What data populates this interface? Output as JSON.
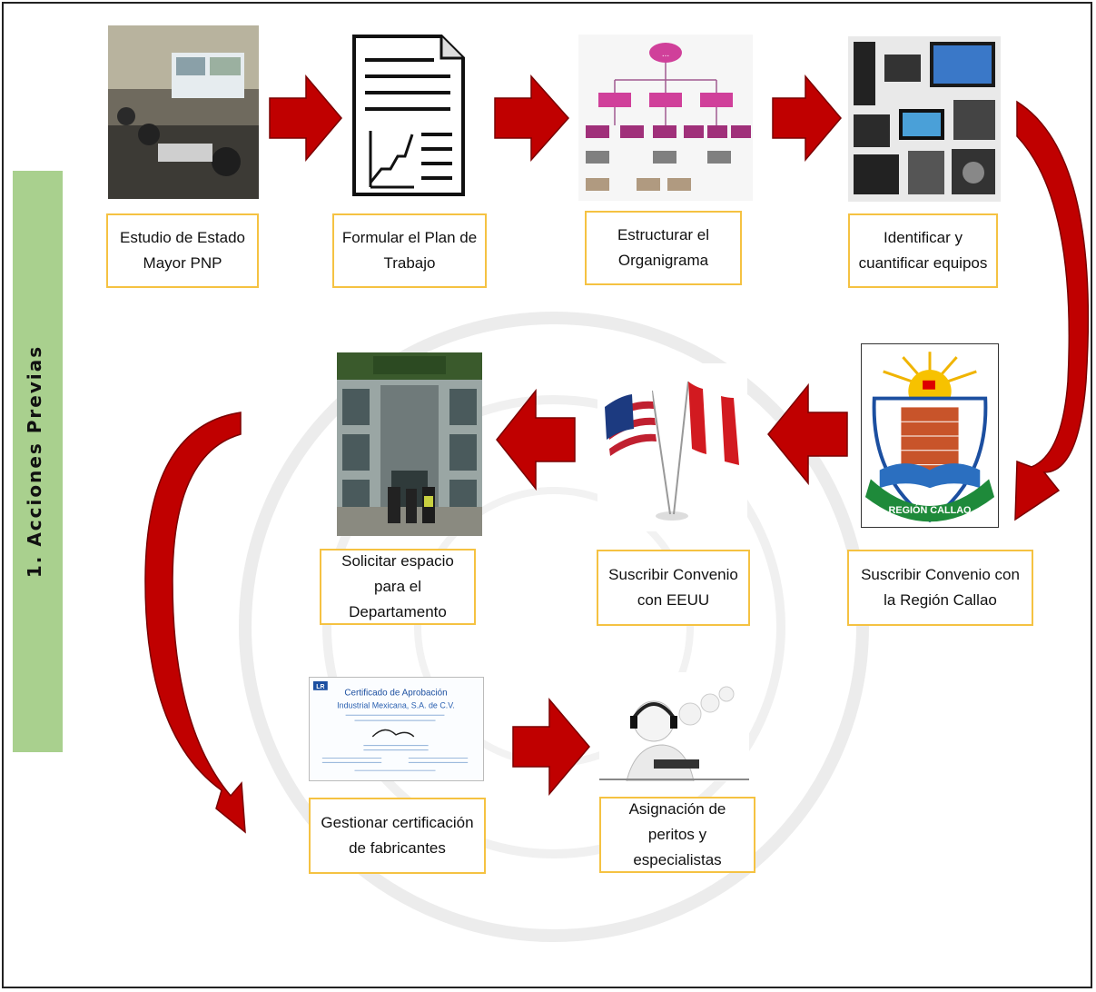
{
  "side_label": "1. Acciones Previas",
  "steps": [
    {
      "label": "Estudio de Estado Mayor PNP"
    },
    {
      "label": "Formular el Plan de Trabajo"
    },
    {
      "label": "Estructurar el Organigrama"
    },
    {
      "label": "Identificar y cuantificar equipos"
    },
    {
      "label": "Suscribir Convenio con la Región Callao"
    },
    {
      "label": "Suscribir Convenio con EEUU"
    },
    {
      "label": "Solicitar espacio para el Departamento"
    },
    {
      "label": "Gestionar certificación de fabricantes"
    },
    {
      "label": "Asignación de peritos y especialistas"
    }
  ],
  "images": {
    "callao_text": "REGIÓN CALLAO",
    "cert_title": "Certificado de Aprobación",
    "cert_company": "Industrial Mexicana, S.A. de C.V.",
    "cert_logo": "LR",
    "org_top": "..."
  },
  "colors": {
    "arrow": "#c00000",
    "label_border": "#f5c242",
    "side_panel": "#a9d08e"
  }
}
